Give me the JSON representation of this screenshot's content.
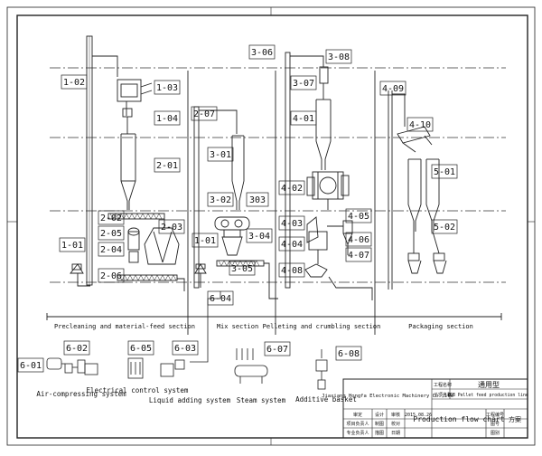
{
  "diagram": {
    "labels": {
      "l_1_02": "1-02",
      "l_1_03": "1-03",
      "l_1_04": "1-04",
      "l_2_01": "2-01",
      "l_2_02": "2-02",
      "l_2_05": "2-05",
      "l_2_03": "2-03",
      "l_2_04": "2-04",
      "l_2_06": "2-06",
      "l_1_01": "1-01",
      "l_2_07": "2-07",
      "l_3_01": "3-01",
      "l_3_02": "3-02",
      "l_303": "303",
      "l_1_01b": "1-01",
      "l_3_04": "3-04",
      "l_3_05": "3-05",
      "l_6_04": "6-04",
      "l_3_06": "3-06",
      "l_3_08": "3-08",
      "l_3_07": "3-07",
      "l_4_01": "4-01",
      "l_4_02": "4-02",
      "l_4_03": "4-03",
      "l_4_04": "4-04",
      "l_4_08": "4-08",
      "l_4_05": "4-05",
      "l_4_06": "4-06",
      "l_4_07": "4-07",
      "l_4_09": "4-09",
      "l_4_10": "4-10",
      "l_5_01": "5-01",
      "l_5_02": "5-02",
      "l_6_01": "6-01",
      "l_6_02": "6-02",
      "l_6_05": "6-05",
      "l_6_03": "6-03",
      "l_6_07": "6-07",
      "l_6_08": "6-08"
    },
    "sections": {
      "precleaning": "Precleaning and material-feed section",
      "mix": "Mix section",
      "pelleting": "Pelleting and crumbling section",
      "packaging": "Packaging section"
    },
    "systems": {
      "air": "Air-compressing system",
      "electrical": "Electrical control system",
      "liquid": "Liquid adding system",
      "steam": "Steam system",
      "additive": "Additive basket"
    },
    "title_block": {
      "cell_1": "工程名称",
      "cell_2": "子项名称",
      "cell_3": "通用型",
      "company": "Jiaxiang Hongfa Electronic Machinery Co.,ltd",
      "line_name": "ZCB Pellet feed production line",
      "chart_title": "Production flow chart",
      "design_stage": "方案",
      "r1a": "审定",
      "r1b": "设计",
      "r1c": "审核",
      "r2a": "项目负责人",
      "r2b": "制图",
      "r2c": "校对",
      "r3a": "专业负责人",
      "r3b": "描图",
      "r3c": "日期",
      "c_a": "工程编号",
      "c_b": "图号",
      "c_c": "图别",
      "date": "2015.08.26"
    }
  }
}
